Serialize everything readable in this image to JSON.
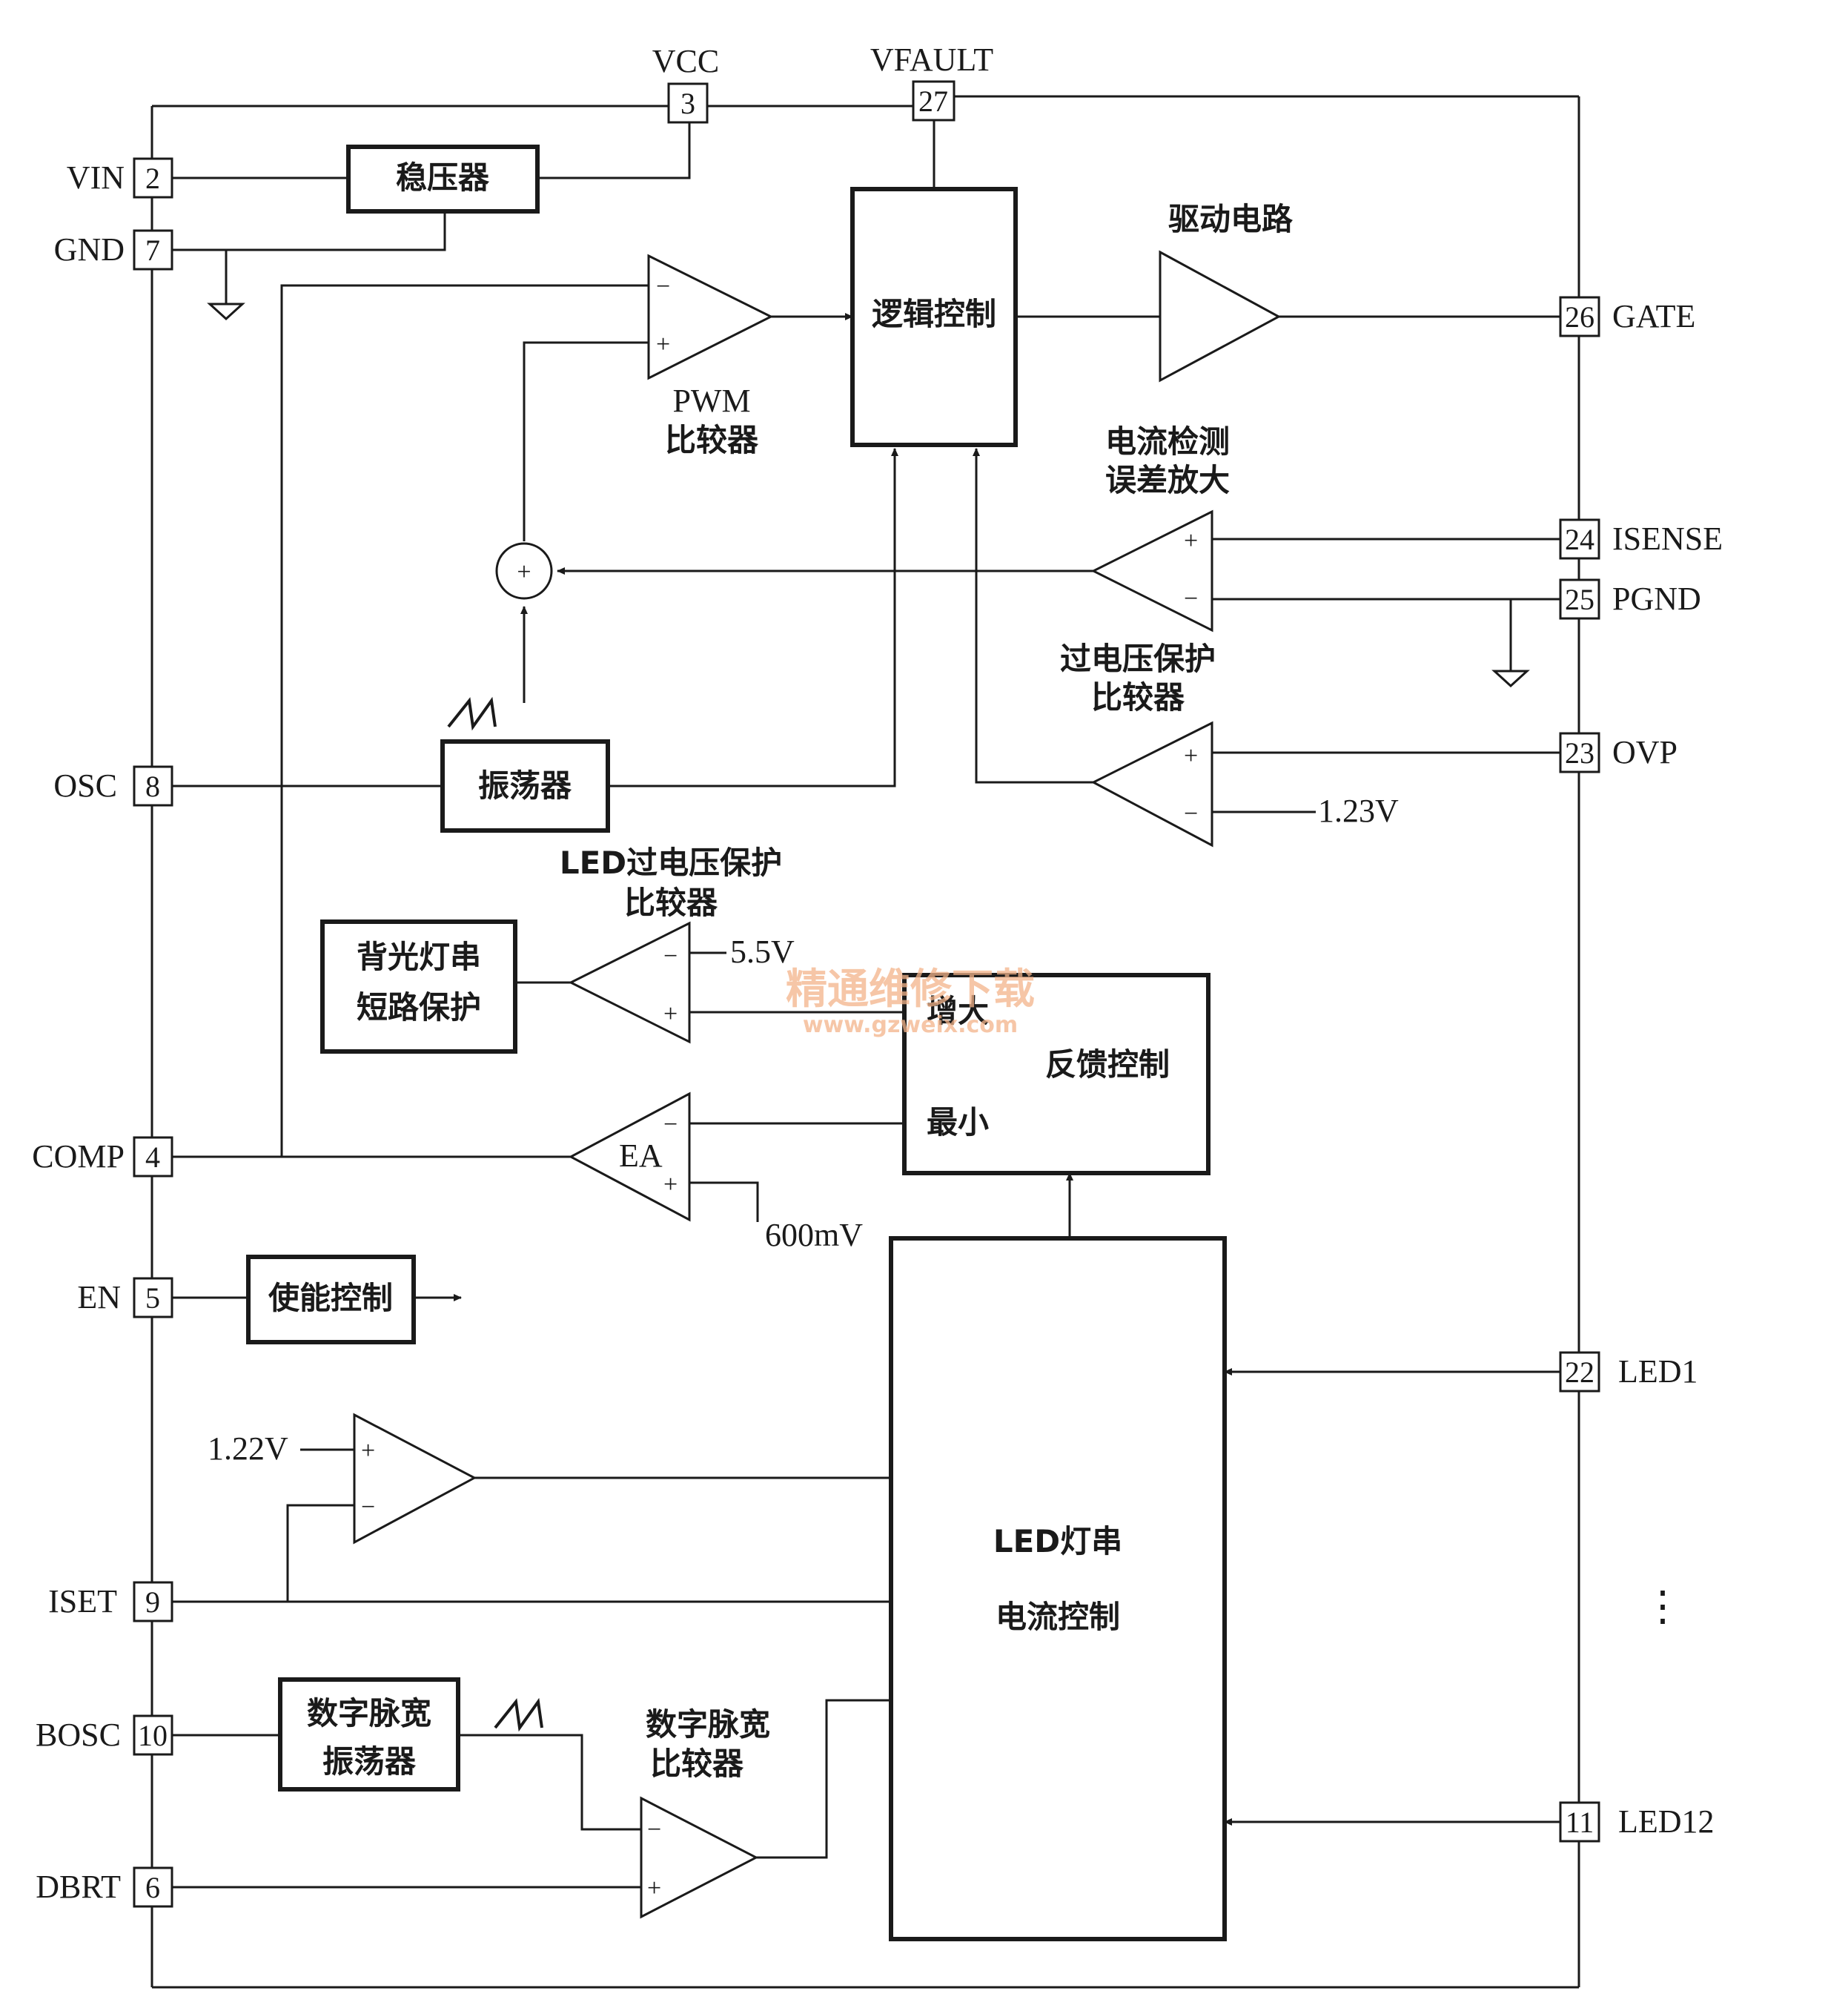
{
  "pins": {
    "vcc": {
      "name": "VCC",
      "num": "3"
    },
    "vfault": {
      "name": "VFAULT",
      "num": "27"
    },
    "vin": {
      "name": "VIN",
      "num": "2"
    },
    "gnd": {
      "name": "GND",
      "num": "7"
    },
    "gate": {
      "name": "GATE",
      "num": "26"
    },
    "isense": {
      "name": "ISENSE",
      "num": "24"
    },
    "pgnd": {
      "name": "PGND",
      "num": "25"
    },
    "ovp": {
      "name": "OVP",
      "num": "23"
    },
    "osc": {
      "name": "OSC",
      "num": "8"
    },
    "comp": {
      "name": "COMP",
      "num": "4"
    },
    "en": {
      "name": "EN",
      "num": "5"
    },
    "led1": {
      "name": "LED1",
      "num": "22"
    },
    "iset": {
      "name": "ISET",
      "num": "9"
    },
    "bosc": {
      "name": "BOSC",
      "num": "10"
    },
    "dbrt": {
      "name": "DBRT",
      "num": "6"
    },
    "led12": {
      "name": "LED12",
      "num": "11"
    }
  },
  "blocks": {
    "regulator": "稳压器",
    "logic": "逻辑控制",
    "driver_label": "驱动电路",
    "pwm_comp_l1": "PWM",
    "pwm_comp_l2": "比较器",
    "cs_amp_l1": "电流检测",
    "cs_amp_l2": "误差放大",
    "ovp_comp_l1": "过电压保护",
    "ovp_comp_l2": "比较器",
    "oscillator": "振荡器",
    "led_ovp_l1": "LED过电压保护",
    "led_ovp_l2": "比较器",
    "backlight_l1": "背光灯串",
    "backlight_l2": "短路保护",
    "feedback": "反馈控制",
    "fb_increase": "增大",
    "fb_min": "最小",
    "ea": "EA",
    "enable": "使能控制",
    "led_current_l1": "LED灯串",
    "led_current_l2": "电流控制",
    "dpwm_osc_l1": "数字脉宽",
    "dpwm_osc_l2": "振荡器",
    "dpwm_comp_l1": "数字脉宽",
    "dpwm_comp_l2": "比较器"
  },
  "refs": {
    "v123": "1.23V",
    "v55": "5.5V",
    "mv600": "600mV",
    "v122": "1.22V"
  },
  "signs": {
    "plus": "+",
    "minus": "−"
  },
  "summer_symbol": "+",
  "ellipsis": "⋮",
  "watermark": {
    "line1": "精通维修下载",
    "line2": "www.gzweix.com"
  }
}
